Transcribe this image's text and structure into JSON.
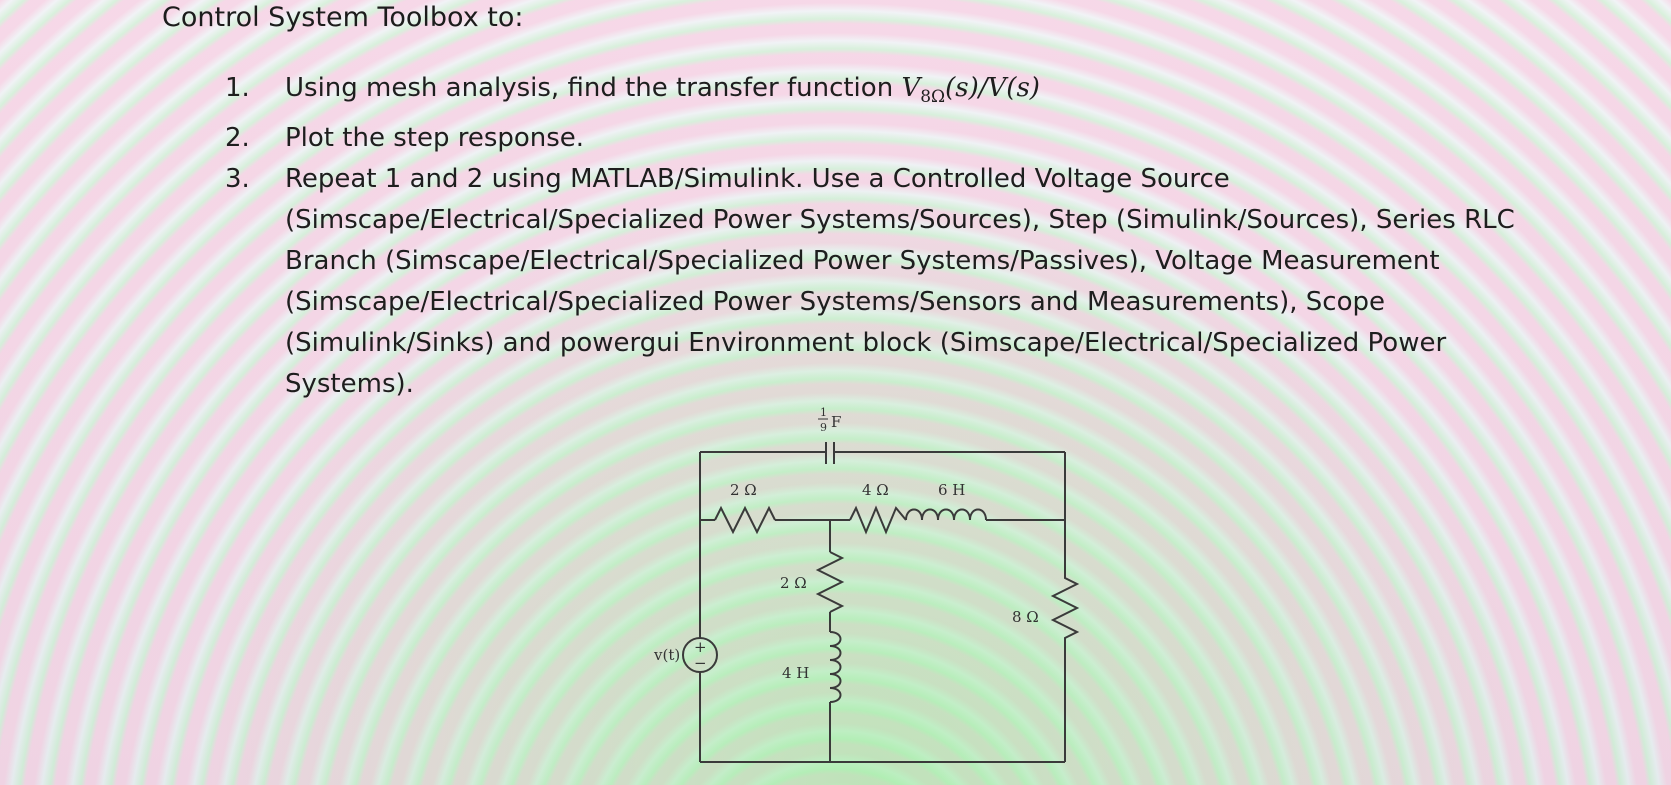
{
  "page_title": "Control System Toolbox to:",
  "tasks": [
    {
      "number": "1.",
      "text": "Using mesh analysis, find the transfer function ",
      "math": {
        "v_out": "V",
        "v_out_sub": "8Ω",
        "rest": "(s)/V(s)"
      }
    },
    {
      "number": "2.",
      "text": "Plot the step response."
    },
    {
      "number": "3.",
      "text": "Repeat 1 and 2 using MATLAB/Simulink. Use a Controlled Voltage Source (Simscape/Electrical/Specialized Power Systems/Sources), Step (Simulink/Sources), Series RLC Branch (Simscape/Electrical/Specialized Power Systems/Passives), Voltage Measurement (Simscape/Electrical/Specialized Power Systems/Sensors and Measurements), Scope (Simulink/Sinks) and powergui Environment block (Simscape/Electrical/Specialized Power Systems)."
    }
  ],
  "circuit": {
    "source_label": "v(t)",
    "source_plus": "+",
    "source_minus": "−",
    "r1_label": "2 Ω",
    "r2_label": "2 Ω",
    "r3_label": "4 Ω",
    "l_series_label": "6 H",
    "l_shunt_label": "4 H",
    "r_load_label": "8 Ω",
    "cap_num": "1",
    "cap_den": "9",
    "cap_unit": "F"
  }
}
